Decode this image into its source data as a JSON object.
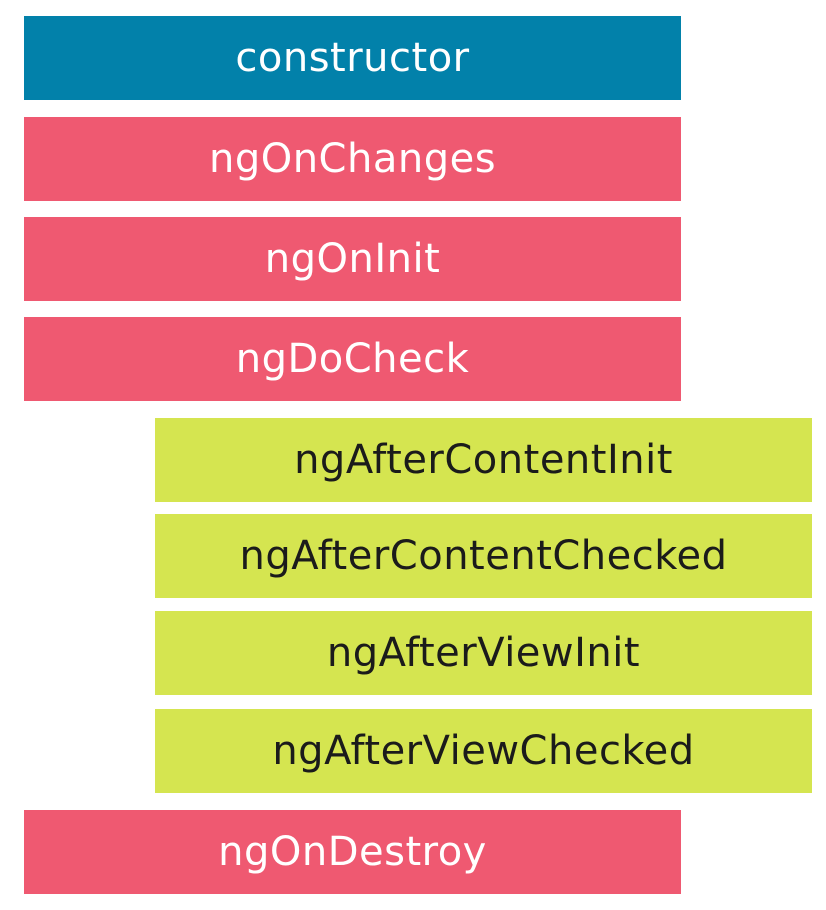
{
  "colors": {
    "constructor": "#0281aa",
    "component_hooks": "#ef5971",
    "child_view_hooks": "#d5e550"
  },
  "hooks": [
    {
      "label": "constructor",
      "color": "blue"
    },
    {
      "label": "ngOnChanges",
      "color": "red"
    },
    {
      "label": "ngOnInit",
      "color": "red"
    },
    {
      "label": "ngDoCheck",
      "color": "red"
    },
    {
      "label": "ngAfterContentInit",
      "color": "green"
    },
    {
      "label": "ngAfterContentChecked",
      "color": "green"
    },
    {
      "label": "ngAfterViewInit",
      "color": "green"
    },
    {
      "label": "ngAfterViewChecked",
      "color": "green"
    },
    {
      "label": "ngOnDestroy",
      "color": "red"
    }
  ]
}
